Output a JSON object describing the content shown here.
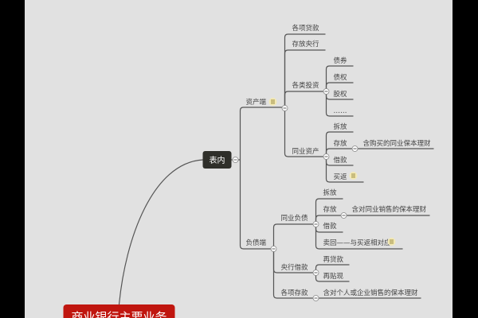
{
  "root": {
    "label": "商业银行主要业务",
    "color": "#c0160f"
  },
  "central": {
    "label": "表内",
    "color": "#2f2f2a"
  },
  "assets": {
    "label": "资产端",
    "children": {
      "loans": "各项贷款",
      "central_bank_deposit": "存放央行",
      "investments": {
        "label": "各类投资",
        "children": [
          "债券",
          "债权",
          "股权",
          "……"
        ]
      },
      "interbank_assets": {
        "label": "同业资产",
        "children": [
          "拆放",
          "存放",
          "借款",
          "买返"
        ],
        "deposit_note": "含购买的同业保本理财"
      }
    }
  },
  "liabilities": {
    "label": "负债端",
    "children": {
      "interbank_liabilities": {
        "label": "同业负债",
        "children": [
          "拆放",
          "存放",
          "借款",
          "卖回——与买返相对应"
        ],
        "deposit_note": "含对同业销售的保本理财"
      },
      "central_bank_borrowing": {
        "label": "央行借款",
        "children": [
          "再贷款",
          "再贴现"
        ]
      },
      "deposits": {
        "label": "各项存款",
        "note": "含对个人或企业销售的保本理财"
      }
    }
  },
  "icons": {
    "note": "note-icon",
    "collapse": "collapse-toggle-icon"
  },
  "line_color": "#555555"
}
